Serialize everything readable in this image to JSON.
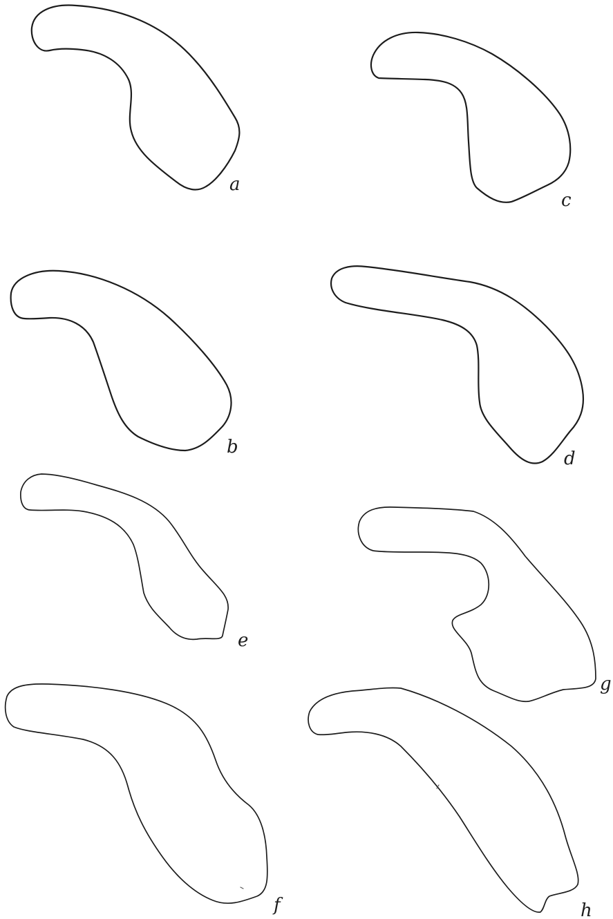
{
  "figures": [
    {
      "id": "a",
      "label": "a"
    },
    {
      "id": "b",
      "label": "b"
    },
    {
      "id": "c",
      "label": "c"
    },
    {
      "id": "d",
      "label": "d"
    },
    {
      "id": "e",
      "label": "e"
    },
    {
      "id": "f",
      "label": "f"
    },
    {
      "id": "g",
      "label": "g"
    },
    {
      "id": "h",
      "label": "h"
    }
  ]
}
